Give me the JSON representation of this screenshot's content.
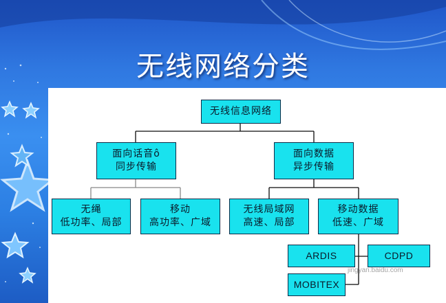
{
  "title": "无线网络分类",
  "diagram": {
    "root": "无线信息网络",
    "voice": {
      "line1": "面向话音ô",
      "line2": "同步传输"
    },
    "data": {
      "line1": "面向数据",
      "line2": "异步传输"
    },
    "cordless": {
      "line1": "无绳",
      "line2": "低功率、局部"
    },
    "mobile": {
      "line1": "移动",
      "line2": "高功率、广域"
    },
    "wlan": {
      "line1": "无线局域网",
      "line2": "高速、局部"
    },
    "mobile_data": {
      "line1": "移动数据",
      "line2": "低速、广域"
    },
    "ardis": "ARDIS",
    "cdpd": "CDPD",
    "mobitex": "MOBITEX"
  },
  "colors": {
    "node_fill": "#19e2ee",
    "node_border": "#0c2a46",
    "background_blue": "#2f77e0"
  },
  "watermark": "jingyan.baidu.com"
}
